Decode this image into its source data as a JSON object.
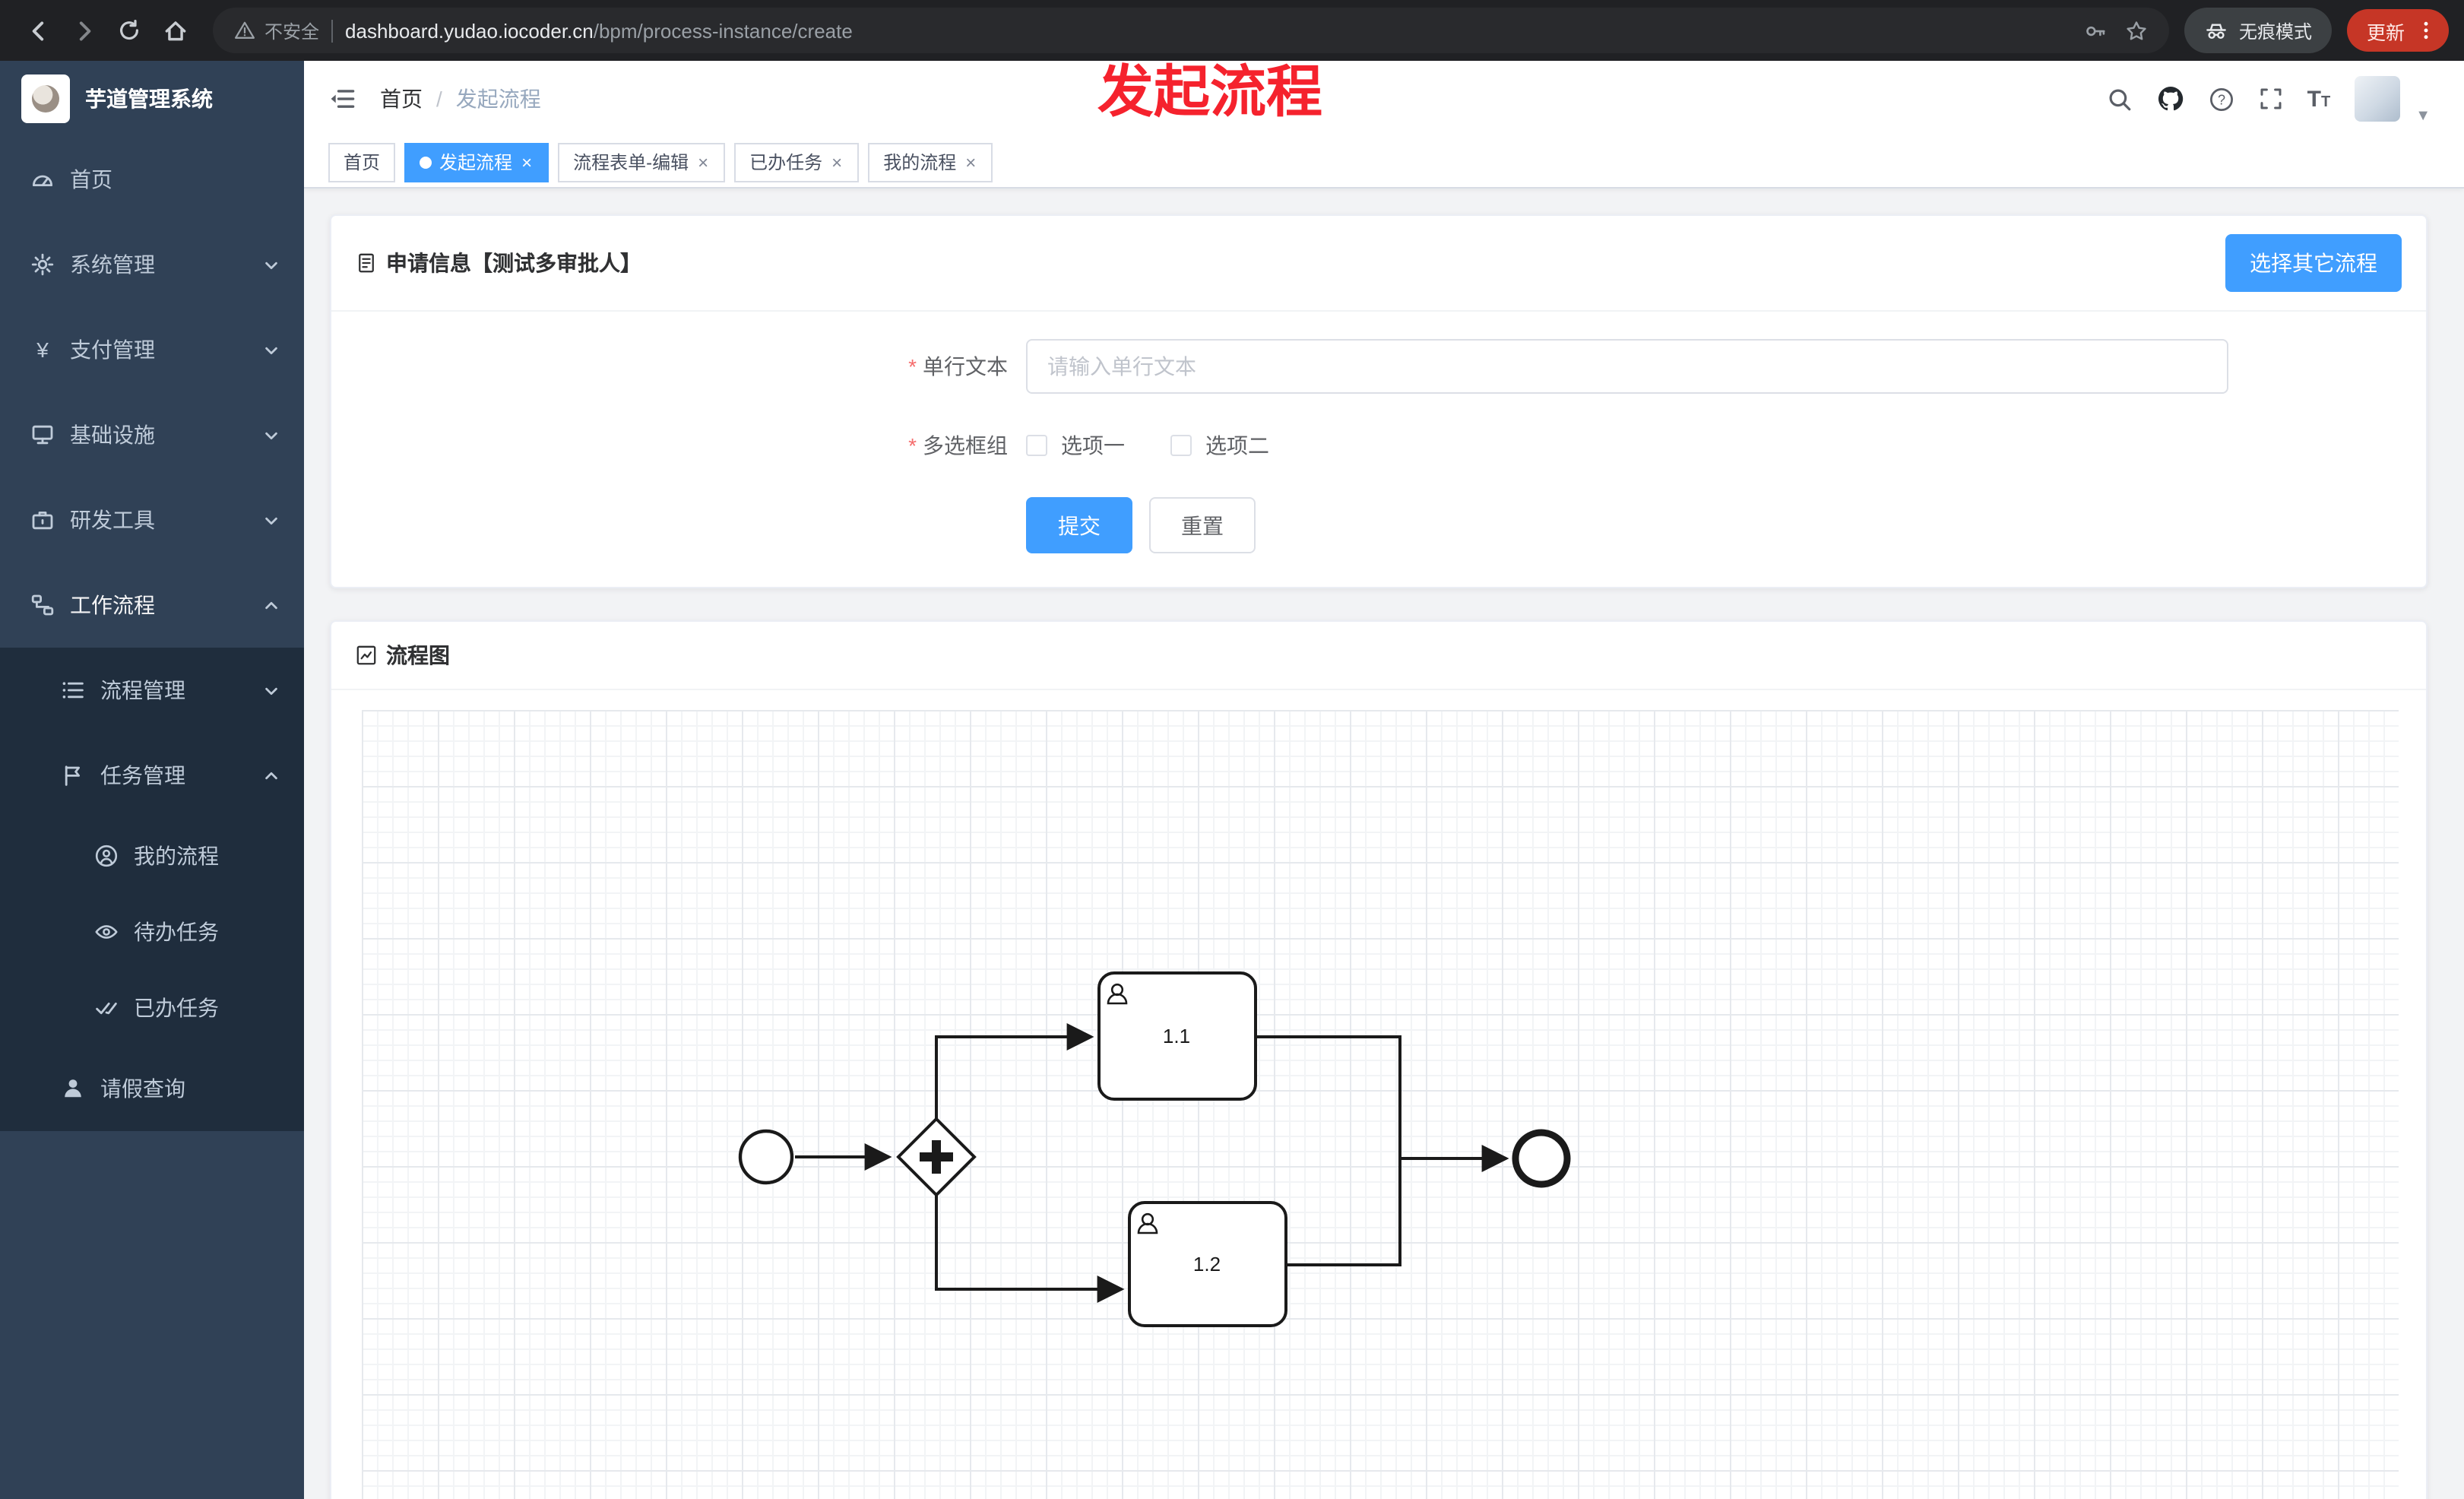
{
  "browser": {
    "security_label": "不安全",
    "url_domain": "dashboard.yudao.iocoder.cn",
    "url_path": "/bpm/process-instance/create",
    "incognito_label": "无痕模式",
    "update_label": "更新"
  },
  "sidebar": {
    "app_title": "芋道管理系统",
    "items": [
      {
        "label": "首页",
        "icon": "dashboard-icon",
        "level": 1
      },
      {
        "label": "系统管理",
        "icon": "gear-icon",
        "level": 1,
        "expandable": true,
        "expanded": false
      },
      {
        "label": "支付管理",
        "icon": "payment-yen-icon",
        "level": 1,
        "expandable": true,
        "expanded": false
      },
      {
        "label": "基础设施",
        "icon": "infrastructure-icon",
        "level": 1,
        "expandable": true,
        "expanded": false
      },
      {
        "label": "研发工具",
        "icon": "devtools-icon",
        "level": 1,
        "expandable": true,
        "expanded": false
      },
      {
        "label": "工作流程",
        "icon": "workflow-icon",
        "level": 1,
        "expandable": true,
        "expanded": true
      },
      {
        "label": "流程管理",
        "icon": "process-list-icon",
        "level": 2,
        "expandable": true,
        "expanded": false
      },
      {
        "label": "任务管理",
        "icon": "task-flag-icon",
        "level": 2,
        "expandable": true,
        "expanded": true
      },
      {
        "label": "我的流程",
        "icon": "my-process-icon",
        "level": 3
      },
      {
        "label": "待办任务",
        "icon": "eye-icon",
        "level": 3
      },
      {
        "label": "已办任务",
        "icon": "double-check-icon",
        "level": 3
      },
      {
        "label": "请假查询",
        "icon": "user-icon",
        "level": 2
      }
    ]
  },
  "header": {
    "breadcrumb_home": "首页",
    "breadcrumb_separator": "/",
    "breadcrumb_current": "发起流程",
    "annotation_title": "发起流程"
  },
  "tabs": [
    {
      "label": "首页",
      "active": false,
      "closable": false
    },
    {
      "label": "发起流程",
      "active": true,
      "closable": true
    },
    {
      "label": "流程表单-编辑",
      "active": false,
      "closable": true
    },
    {
      "label": "已办任务",
      "active": false,
      "closable": true
    },
    {
      "label": "我的流程",
      "active": false,
      "closable": true
    }
  ],
  "form_card": {
    "title": "申请信息【测试多审批人】",
    "select_other_label": "选择其它流程",
    "fields": [
      {
        "label": "单行文本",
        "required": true,
        "type": "text",
        "value": "",
        "placeholder": "请输入单行文本"
      },
      {
        "label": "多选框组",
        "required": true,
        "type": "checkbox-group",
        "options": [
          {
            "label": "选项一",
            "checked": false
          },
          {
            "label": "选项二",
            "checked": false
          }
        ]
      }
    ],
    "submit_label": "提交",
    "reset_label": "重置"
  },
  "diagram_card": {
    "title": "流程图",
    "nodes": [
      {
        "id": "start",
        "type": "start-event"
      },
      {
        "id": "gateway",
        "type": "parallel-gateway"
      },
      {
        "id": "task-1-1",
        "type": "user-task",
        "label": "1.1"
      },
      {
        "id": "task-1-2",
        "type": "user-task",
        "label": "1.2"
      },
      {
        "id": "end",
        "type": "end-event"
      }
    ]
  },
  "colors": {
    "primary": "#409eff",
    "sidebar_bg": "#304156",
    "sidebar_submenu_bg": "#1f2d3d",
    "sidebar_text": "#bfcbd9",
    "required_red": "#f56c6c",
    "annotation_red": "#f5222d",
    "chrome_bg": "#202124",
    "update_chip_red": "#c63626",
    "content_bg": "#f2f3f5"
  }
}
